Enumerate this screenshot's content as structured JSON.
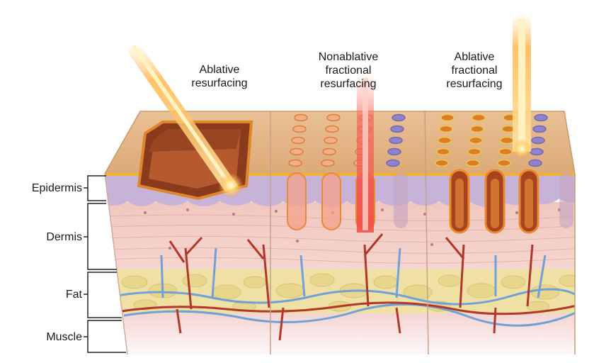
{
  "layer_labels": {
    "epidermis": "Epidermis",
    "dermis": "Dermis",
    "fat": "Fat",
    "muscle": "Muscle"
  },
  "technique_labels": {
    "ablative": [
      "Ablative",
      "resurfacing"
    ],
    "nonablative_fractional": [
      "Nonablative",
      "fractional",
      "resurfacing"
    ],
    "ablative_fractional": [
      "Ablative",
      "fractional",
      "resurfacing"
    ]
  },
  "colors": {
    "skin_top": "#e6b98a",
    "epidermis": "#c9b4d8",
    "dermis": "#f1c9c1",
    "fat": "#efe2a7",
    "muscle": "#f4d7d5",
    "vein": "#6fa0d8",
    "artery": "#b2362b",
    "laser_core": "#fff6c8",
    "laser_glow": "#f28a2a",
    "laser_red": "#f04a3c"
  }
}
